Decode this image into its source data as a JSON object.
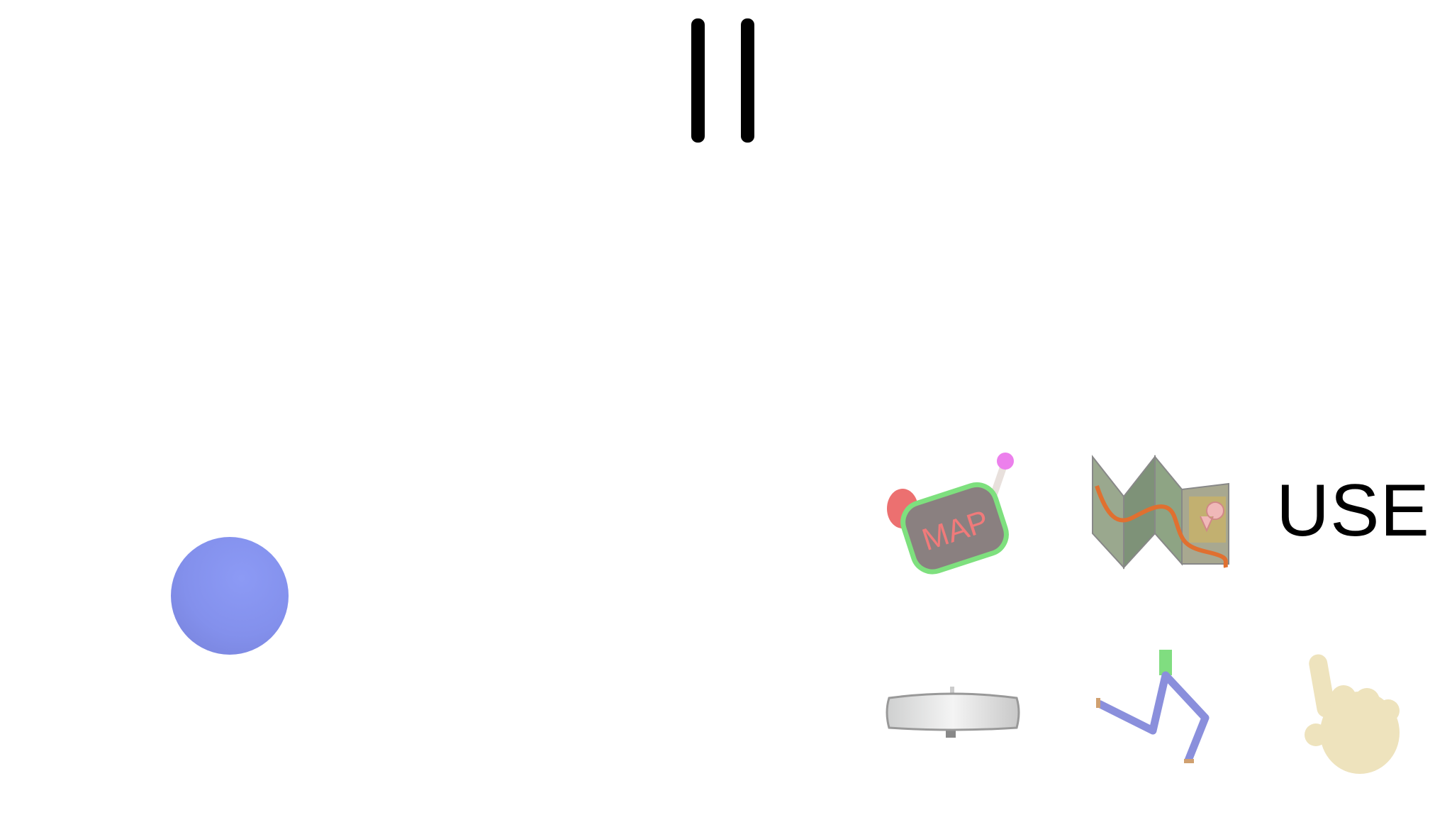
{
  "hud": {
    "pause_icon": "pause-icon",
    "use_label": "USE",
    "map_badge_text": "MAP"
  },
  "colors": {
    "ball": "#8390ec",
    "map_badge_fill": "#8a8080",
    "map_badge_border": "#7ee07e",
    "map_badge_text": "#f07a7a",
    "legs": "#8a8fdc",
    "hand": "#eee3bd"
  },
  "controls": [
    {
      "name": "map-badge-button",
      "icon": "map-badge-icon"
    },
    {
      "name": "folded-map-button",
      "icon": "folded-map-icon"
    },
    {
      "name": "mirror-button",
      "icon": "rearview-mirror-icon"
    },
    {
      "name": "walk-button",
      "icon": "legs-icon"
    },
    {
      "name": "interact-button",
      "icon": "pointing-hand-icon"
    }
  ]
}
